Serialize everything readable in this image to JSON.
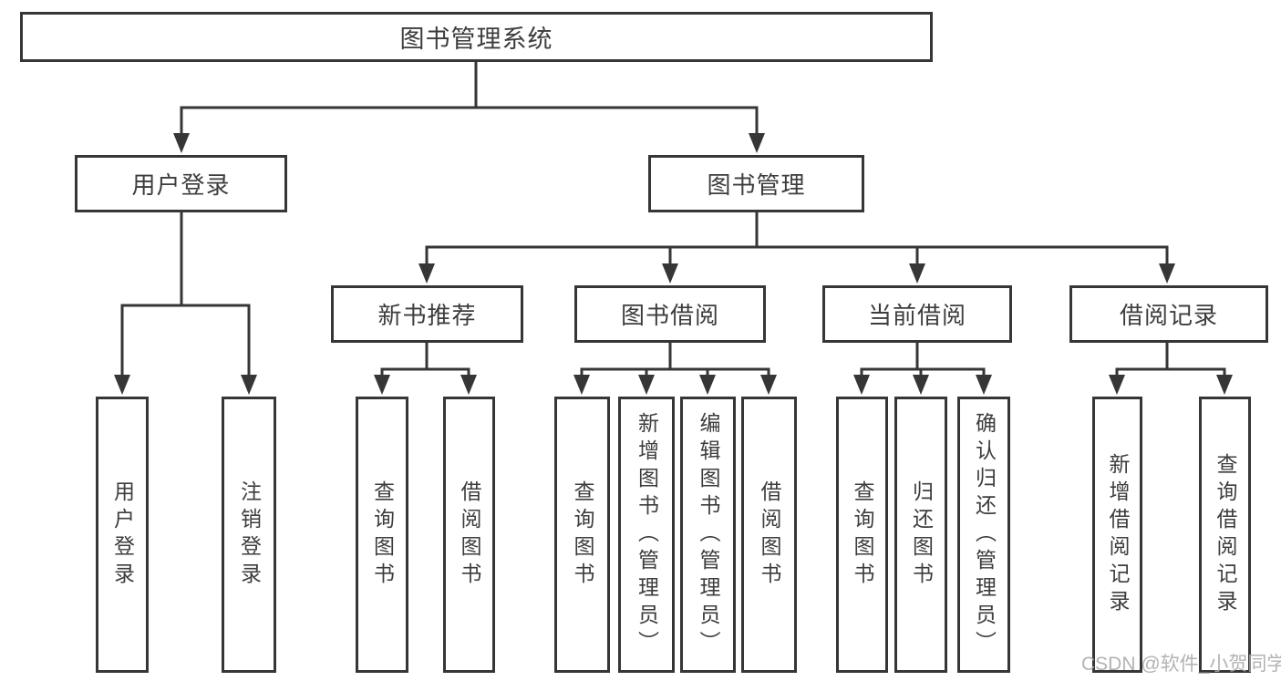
{
  "tree": {
    "root": {
      "label": "图书管理系统"
    },
    "user_login": {
      "label": "用户登录",
      "children": [
        {
          "label": "用户登录"
        },
        {
          "label": "注销登录"
        }
      ]
    },
    "book_mgmt": {
      "label": "图书管理"
    },
    "new_books": {
      "label": "新书推荐",
      "children": [
        {
          "label": "查询图书"
        },
        {
          "label": "借阅图书"
        }
      ]
    },
    "borrow": {
      "label": "图书借阅",
      "children": [
        {
          "label": "查询图书"
        },
        {
          "label": "新增图书（管理员）"
        },
        {
          "label": "编辑图书（管理员）"
        },
        {
          "label": "借阅图书"
        }
      ]
    },
    "current": {
      "label": "当前借阅",
      "children": [
        {
          "label": "查询图书"
        },
        {
          "label": "归还图书"
        },
        {
          "label": "确认归还（管理员）"
        }
      ]
    },
    "records": {
      "label": "借阅记录",
      "children": [
        {
          "label": "新增借阅记录"
        },
        {
          "label": "查询借阅记录"
        }
      ]
    }
  },
  "watermark": "CSDN @软件_小贺同学",
  "colors": {
    "line": "#363636",
    "box_border": "#363636",
    "text": "#3d3d3d",
    "watermark": "#ababab",
    "background": "#ffffff"
  }
}
